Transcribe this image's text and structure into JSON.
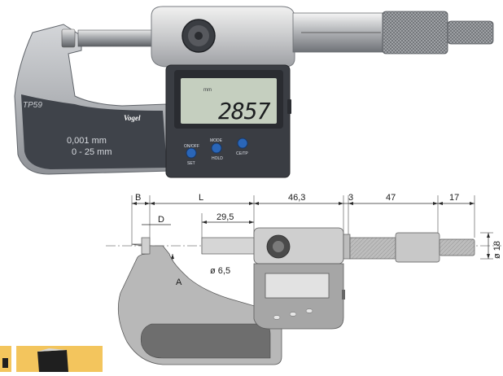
{
  "photo": {
    "model_label": "TP59",
    "brand": "Vogel",
    "resolution": "0,001 mm",
    "range": "0 - 25 mm",
    "display_unit": "mm",
    "display_value": "2857",
    "button_1_top": "ON/OFF",
    "button_1_bottom": "SET",
    "button_2_top": "MODE",
    "button_2_bottom": "HOLD",
    "button_3_top": "CE/TP",
    "lcd_color": "#c5cfbf",
    "button_color": "#2a66b8"
  },
  "drawing": {
    "labels": {
      "B": "B",
      "L": "L",
      "D": "D",
      "A": "A",
      "len_46_3": "46,3",
      "len_3": "3",
      "len_47": "47",
      "len_17": "17",
      "len_29_5": "29,5",
      "diam_6_5": "ø 6,5",
      "diam_18": "ø 18"
    },
    "frame_color": "#b8b8b8"
  },
  "thumbnails": {
    "accent_color": "#f3c55d"
  }
}
